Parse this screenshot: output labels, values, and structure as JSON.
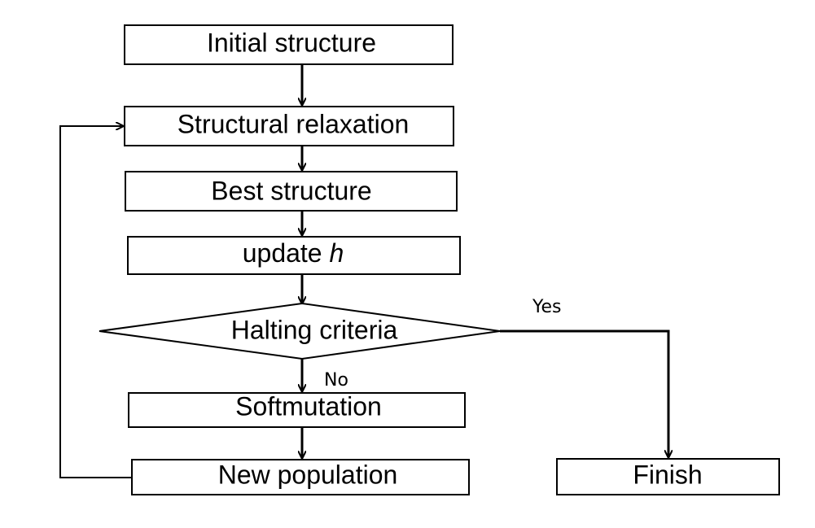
{
  "diagram": {
    "nodes": {
      "initial": "Initial structure",
      "relaxation": "Structural relaxation",
      "best": "Best structure",
      "update_prefix": "update ",
      "update_var": "h",
      "halting": "Halting criteria",
      "softmutation": "Softmutation",
      "new_population": "New population",
      "finish": "Finish"
    },
    "edge_labels": {
      "yes": "Yes",
      "no": "No"
    },
    "colors": {
      "stroke": "#000000",
      "fill": "#ffffff",
      "text": "#000000"
    }
  }
}
